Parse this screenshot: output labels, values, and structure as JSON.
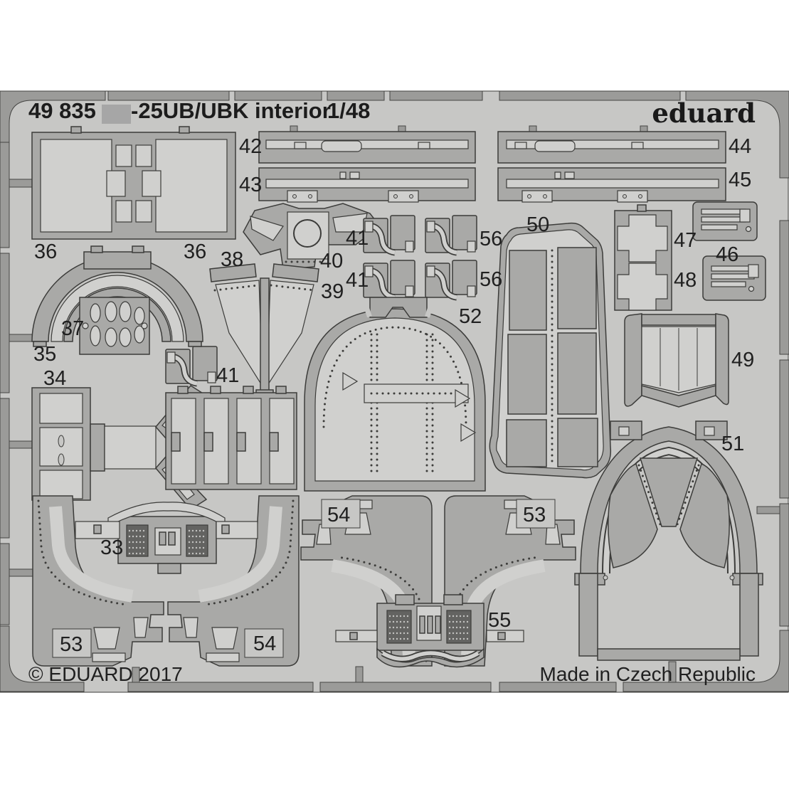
{
  "header": {
    "catalog_number": "49 835",
    "kit_title": "-25UB/UBK interior",
    "scale": "1/48",
    "brand": "eduard"
  },
  "footer": {
    "copyright": "© EDUARD 2017",
    "origin": "Made in Czech Republic"
  },
  "labels": [
    "36",
    "36",
    "42",
    "43",
    "44",
    "45",
    "40",
    "41",
    "56",
    "41",
    "56",
    "38",
    "39",
    "50",
    "47",
    "46",
    "48",
    "37",
    "35",
    "34",
    "41",
    "52",
    "49",
    "51",
    "33",
    "54",
    "53",
    "55",
    "53",
    "54"
  ],
  "colors": {
    "page_bg": "#ffffff",
    "sheet": "#c7c7c5",
    "metal_part": "#a9a9a7",
    "etched_area": "#d0d0ce",
    "outline": "#3c3c3a",
    "frame": "#9b9b99",
    "mesh": "#636361",
    "text": "#202020",
    "redaction_box": "#a6a6a6"
  }
}
